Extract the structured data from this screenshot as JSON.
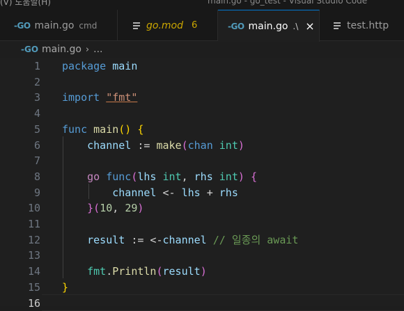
{
  "window": {
    "menu_text": "(V)  도움말(H)",
    "title": "main.go - go_test - Visual Studio Code"
  },
  "tabs": [
    {
      "label": "main.go",
      "description": "cmd",
      "icon": "go-icon"
    },
    {
      "label": "go.mod",
      "badge": "6",
      "icon": "list-icon"
    },
    {
      "label": "main.go",
      "description": ".\\",
      "icon": "go-icon",
      "active": true,
      "close": "×"
    },
    {
      "label": "test.http",
      "icon": "list-icon"
    }
  ],
  "breadcrumb": {
    "icon": "GO",
    "file": "main.go",
    "separator": "›",
    "rest": "..."
  },
  "icons": {
    "go_text": "-GO"
  },
  "code": {
    "line_numbers": [
      "1",
      "2",
      "3",
      "4",
      "5",
      "6",
      "7",
      "8",
      "9",
      "10",
      "11",
      "12",
      "13",
      "14",
      "15",
      "16"
    ],
    "current_line": "16",
    "lines": [
      [
        {
          "t": "package",
          "c": "kw"
        },
        {
          "t": " main",
          "c": "var-plain"
        }
      ],
      [],
      [
        {
          "t": "import",
          "c": "kw"
        },
        {
          "t": " ",
          "c": "txt"
        },
        {
          "t": "\"fmt\"",
          "c": "str"
        }
      ],
      [],
      [
        {
          "t": "func",
          "c": "kw"
        },
        {
          "t": " ",
          "c": "txt"
        },
        {
          "t": "main",
          "c": "fn"
        },
        {
          "t": "()",
          "c": "brk1"
        },
        {
          "t": " ",
          "c": "txt"
        },
        {
          "t": "{",
          "c": "brk1"
        }
      ],
      [
        {
          "t": "    ",
          "c": "txt"
        },
        {
          "t": "channel",
          "c": "var"
        },
        {
          "t": " := ",
          "c": "txt"
        },
        {
          "t": "make",
          "c": "fn"
        },
        {
          "t": "(",
          "c": "brk2"
        },
        {
          "t": "chan",
          "c": "kw"
        },
        {
          "t": " ",
          "c": "txt"
        },
        {
          "t": "int",
          "c": "type"
        },
        {
          "t": ")",
          "c": "brk2"
        }
      ],
      [],
      [
        {
          "t": "    ",
          "c": "txt"
        },
        {
          "t": "go",
          "c": "ctrl"
        },
        {
          "t": " ",
          "c": "txt"
        },
        {
          "t": "func",
          "c": "kw"
        },
        {
          "t": "(",
          "c": "brk2"
        },
        {
          "t": "lhs",
          "c": "var"
        },
        {
          "t": " ",
          "c": "txt"
        },
        {
          "t": "int",
          "c": "type"
        },
        {
          "t": ", ",
          "c": "txt"
        },
        {
          "t": "rhs",
          "c": "var"
        },
        {
          "t": " ",
          "c": "txt"
        },
        {
          "t": "int",
          "c": "type"
        },
        {
          "t": ")",
          "c": "brk2"
        },
        {
          "t": " ",
          "c": "txt"
        },
        {
          "t": "{",
          "c": "brk2"
        }
      ],
      [
        {
          "t": "        ",
          "c": "txt"
        },
        {
          "t": "channel",
          "c": "var"
        },
        {
          "t": " <- ",
          "c": "txt"
        },
        {
          "t": "lhs",
          "c": "var"
        },
        {
          "t": " + ",
          "c": "txt"
        },
        {
          "t": "rhs",
          "c": "var"
        }
      ],
      [
        {
          "t": "    ",
          "c": "txt"
        },
        {
          "t": "}",
          "c": "brk2"
        },
        {
          "t": "(",
          "c": "brk2"
        },
        {
          "t": "10",
          "c": "num"
        },
        {
          "t": ", ",
          "c": "txt"
        },
        {
          "t": "29",
          "c": "num"
        },
        {
          "t": ")",
          "c": "brk2"
        }
      ],
      [],
      [
        {
          "t": "    ",
          "c": "txt"
        },
        {
          "t": "result",
          "c": "var"
        },
        {
          "t": " := <-",
          "c": "txt"
        },
        {
          "t": "channel",
          "c": "var"
        },
        {
          "t": " ",
          "c": "txt"
        },
        {
          "t": "// 일종의 await",
          "c": "cm"
        }
      ],
      [],
      [
        {
          "t": "    ",
          "c": "txt"
        },
        {
          "t": "fmt",
          "c": "type"
        },
        {
          "t": ".",
          "c": "txt"
        },
        {
          "t": "Println",
          "c": "fn"
        },
        {
          "t": "(",
          "c": "brk2"
        },
        {
          "t": "result",
          "c": "var"
        },
        {
          "t": ")",
          "c": "brk2"
        }
      ],
      [
        {
          "t": "}",
          "c": "brk1"
        }
      ],
      []
    ]
  },
  "colors": {
    "background": "#1f1f1f",
    "accent": "#0078d4",
    "modified": "#cca700"
  }
}
